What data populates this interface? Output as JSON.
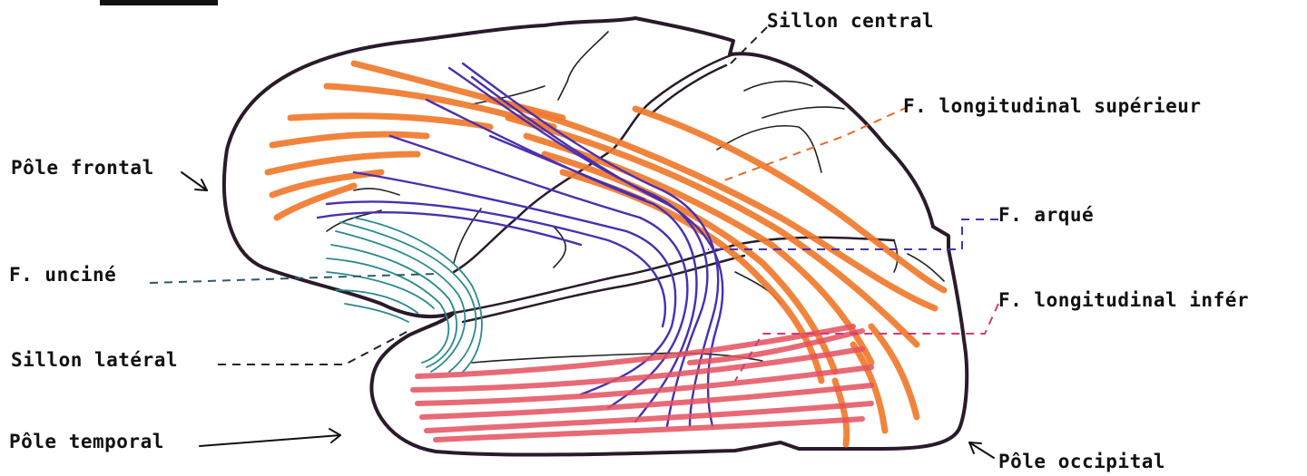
{
  "labels": {
    "sillon_central": "Sillon central",
    "f_longitudinal_superieur": "F. longitudinal supérieur",
    "pole_frontal": "Pôle frontal",
    "f_arque": "F. arqué",
    "f_uncine": "F. unciné",
    "f_longitudinal_inferieur": "F. longitudinal infér",
    "sillon_lateral": "Sillon  latéral",
    "pole_temporal": "Pôle temporal",
    "pole_occipital": "Pôle occipital"
  },
  "colors": {
    "outline": "#2a1a2a",
    "longitudinal_superieur": "#f07a2c",
    "arque": "#4a2fb0",
    "uncine": "#2a8a8f",
    "longitudinal_inferieur": "#e4505e"
  }
}
